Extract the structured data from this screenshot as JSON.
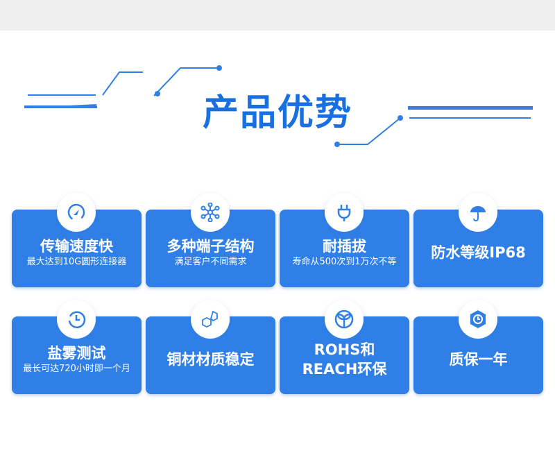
{
  "title": "产品优势",
  "cards": [
    {
      "title": "传输速度快",
      "sub": "最大达到10G圆形连接器",
      "icon": "speedometer-icon"
    },
    {
      "title": "多种端子结构",
      "sub": "满足客户不同需求",
      "icon": "network-icon"
    },
    {
      "title": "耐插拔",
      "sub": "寿命从500次到1万次不等",
      "icon": "plug-icon"
    },
    {
      "title": "防水等级IP68",
      "icon": "umbrella-icon"
    },
    {
      "title": "盐雾测试",
      "sub": "最长可达720小时即一个月",
      "icon": "history-icon"
    },
    {
      "title": "铜材材质稳定",
      "icon": "molecule-icon"
    },
    {
      "title": "ROHS和",
      "title2": "REACH环保",
      "icon": "leaf-icon"
    },
    {
      "title": "质保一年",
      "icon": "clock-icon"
    }
  ],
  "colors": {
    "card": "#2f7fe6",
    "accent": "#1a6fe0"
  }
}
